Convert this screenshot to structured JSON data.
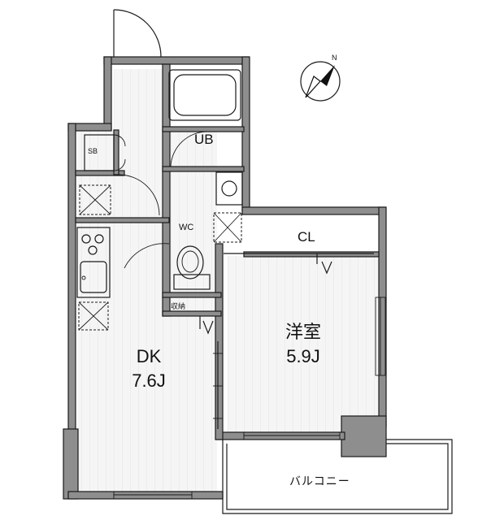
{
  "rooms": {
    "dk": {
      "name": "DK",
      "size": "7.6J"
    },
    "western": {
      "name": "洋室",
      "size": "5.9J"
    },
    "ub": "UB",
    "wc": "WC",
    "cl": "CL",
    "sb": "SB",
    "storage": "収納",
    "balcony": "バルコニー"
  },
  "compass": {
    "north_label": "N"
  },
  "colors": {
    "wall": "#8e8e8e",
    "line": "#1a1a1a",
    "floor": "#f4f4f4"
  }
}
